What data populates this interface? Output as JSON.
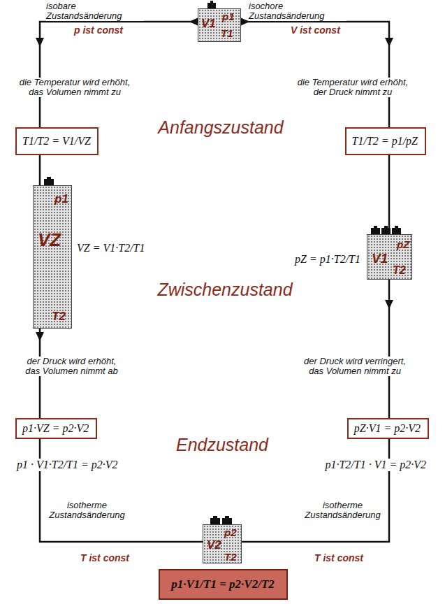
{
  "diagram": {
    "nodes": [
      {
        "text": [
          "V1",
          "p1",
          "T1"
        ]
      },
      {
        "text": [
          "T1/T2 = V1/VZ"
        ]
      },
      {
        "text": [
          "p1",
          "VZ",
          "T2"
        ]
      },
      {
        "text": [
          "p1·VZ = p2·V2"
        ]
      },
      {
        "text": [
          "T1/T2 = p1/pZ"
        ]
      },
      {
        "text": [
          "V1",
          "pZ",
          "T2"
        ]
      },
      {
        "text": [
          "pZ·V1 = p2·V2"
        ]
      },
      {
        "text": [
          "p2",
          "V2",
          "T2"
        ]
      },
      {
        "text": [
          "p1·V1/T1 = p2·V2/T2"
        ]
      }
    ],
    "edges": [
      {
        "from": 0,
        "to": 1,
        "arrow": "to"
      },
      {
        "from": 1,
        "to": 2,
        "arrow": "none"
      },
      {
        "from": 2,
        "to": 3,
        "arrow": "to"
      },
      {
        "from": 3,
        "to": 7,
        "arrow": "none"
      },
      {
        "from": 0,
        "to": 4,
        "arrow": "to"
      },
      {
        "from": 4,
        "to": 5,
        "arrow": "none"
      },
      {
        "from": 5,
        "to": 6,
        "arrow": "to"
      },
      {
        "from": 6,
        "to": 7,
        "arrow": "none"
      }
    ],
    "labels": [
      "isobare Zustandsänderung",
      "p ist const",
      "isochore Zustandsänderung",
      "V ist const",
      "die Temperatur wird erhöht, das Volumen nimmt zu",
      "die Temperatur wird erhöht, der Druck nimmt zu",
      "Anfangszustand",
      "VZ = V1·T2/T1",
      "pZ = p1·T2/T1",
      "Zwischenzustand",
      "der Druck wird erhöht, das Volumen nimmt ab",
      "der Druck wird verringert, das Volumen nimmt zu",
      "Endzustand",
      "p1 · V1·T2/T1 = p2·V2",
      "p1·T2/T1 · V1 = p2·V2",
      "isotherme Zustandsänderung",
      "isotherme Zustandsänderung",
      "T ist const",
      "T ist const"
    ]
  }
}
